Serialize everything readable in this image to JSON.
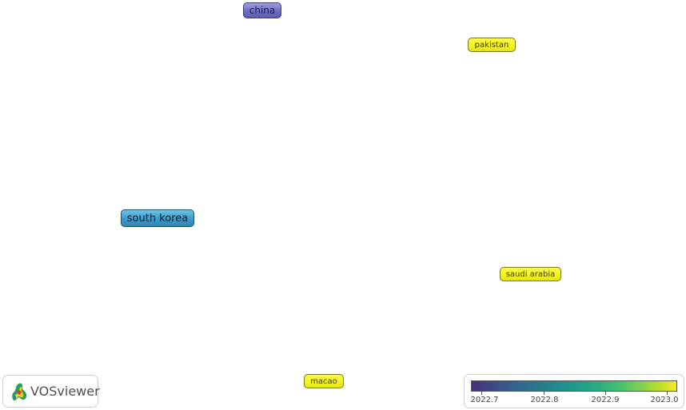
{
  "network": {
    "nodes": [
      {
        "id": "china",
        "label": "china"
      },
      {
        "id": "pakistan",
        "label": "pakistan"
      },
      {
        "id": "south_korea",
        "label": "south korea"
      },
      {
        "id": "saudi_arabia",
        "label": "saudi arabia"
      },
      {
        "id": "macao",
        "label": "macao"
      }
    ]
  },
  "logo": {
    "text": "VOSviewer"
  },
  "color_scale": {
    "ticks": [
      "2022.7",
      "2022.8",
      "2022.9",
      "2023.0"
    ],
    "colors": [
      "#46317e",
      "#2a788e",
      "#22a884",
      "#7ad151",
      "#fde725"
    ]
  }
}
